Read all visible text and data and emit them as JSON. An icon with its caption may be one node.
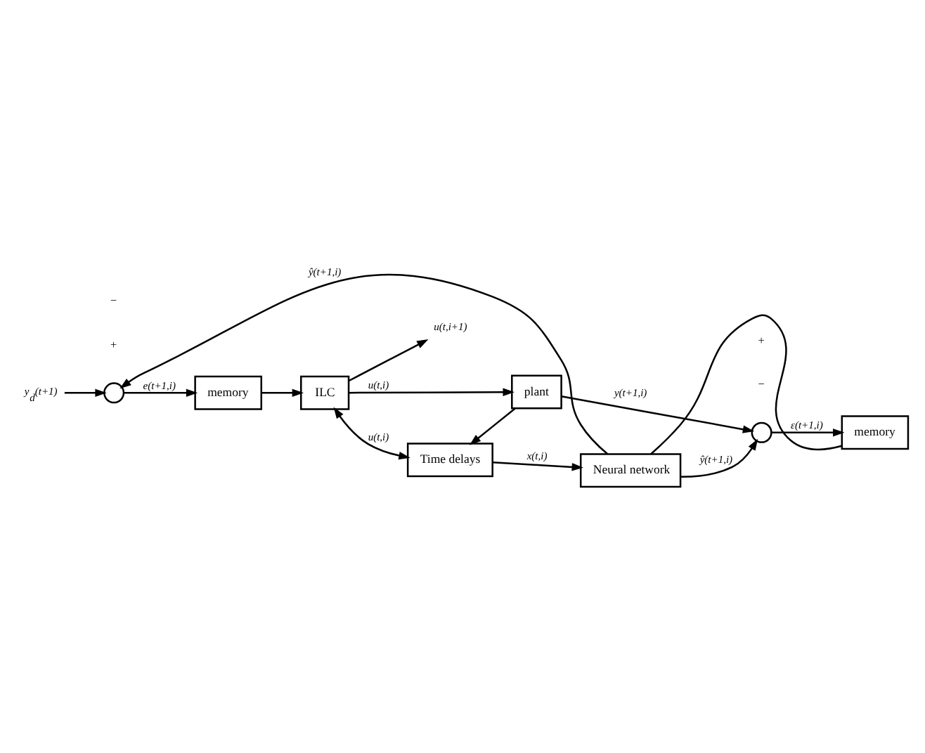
{
  "diagram": {
    "nodes": [
      {
        "text": [
          "plant"
        ]
      },
      {
        "text": [
          "ILC"
        ]
      },
      {
        "text": [
          "Time delays"
        ]
      },
      {
        "text": [
          "Neural network"
        ]
      },
      {
        "text": [],
        "shape": "circle"
      },
      {
        "text": [
          "memory"
        ]
      },
      {
        "text": [
          "memory"
        ]
      },
      {
        "text": [],
        "shape": "circle"
      }
    ],
    "edges": [
      {
        "from": 1,
        "to": null,
        "arrow": "to",
        "label": "u(t,i+1)"
      },
      {
        "from": 1,
        "to": 0,
        "arrow": "to",
        "label": "u(t,i)"
      },
      {
        "from": 1,
        "to": 2,
        "arrow": "both",
        "label": "u(t,i)"
      },
      {
        "from": 0,
        "to": 4,
        "arrow": "to",
        "label": "y(t+1,i)"
      },
      {
        "from": 0,
        "to": 2,
        "arrow": "to"
      },
      {
        "from": 2,
        "to": 3,
        "arrow": "to",
        "label": "x(t,i)"
      },
      {
        "from": 3,
        "to": 4,
        "arrow": "to",
        "label": "ŷ(t+1,i)"
      },
      {
        "from": 3,
        "to": 7,
        "arrow": "to",
        "label": "ŷ(t+1,i)"
      },
      {
        "from": 4,
        "to": 5,
        "arrow": "to",
        "label": "ε(t+1,i)"
      },
      {
        "from": 5,
        "to": 3,
        "arrow": "none"
      },
      {
        "from": 7,
        "to": 6,
        "arrow": "to",
        "label": "e(t+1,i)"
      },
      {
        "from": 6,
        "to": 1,
        "arrow": "to"
      },
      {
        "from": null,
        "to": 7,
        "arrow": "to",
        "label": "y$_{d}$(t+1)"
      }
    ],
    "labels": [
      "+",
      "−",
      "−",
      "+"
    ]
  }
}
